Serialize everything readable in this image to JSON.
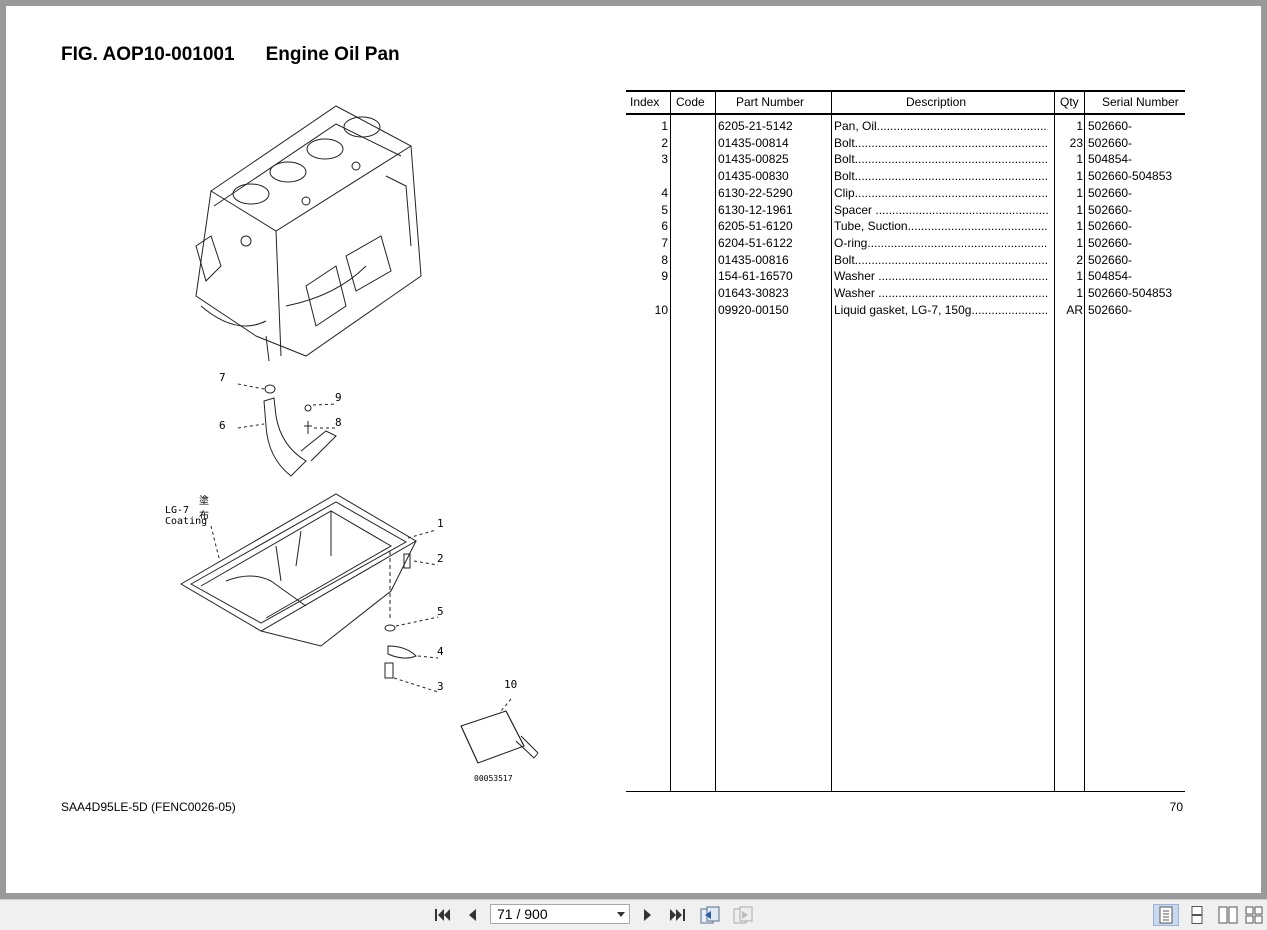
{
  "figure": {
    "id": "FIG. AOP10-001001",
    "name": "Engine Oil Pan"
  },
  "diagram": {
    "callouts": [
      "7",
      "6",
      "9",
      "8",
      "1",
      "2",
      "5",
      "4",
      "3",
      "10"
    ],
    "coating_text_jp": "塗 布",
    "coating_text": "LG-7 Coating",
    "drawing_number": "00053517"
  },
  "table": {
    "headers": [
      "Index",
      "Code",
      "Part Number",
      "Description",
      "Qty",
      "Serial Number"
    ],
    "rows": [
      {
        "index": "1",
        "code": "",
        "part": "6205-21-5142",
        "desc": "Pan, Oil",
        "qty": "1",
        "serial": "502660-"
      },
      {
        "index": "2",
        "code": "",
        "part": "01435-00814",
        "desc": "Bolt",
        "qty": "23",
        "serial": "502660-"
      },
      {
        "index": "3",
        "code": "",
        "part": "01435-00825",
        "desc": "Bolt",
        "qty": "1",
        "serial": "504854-"
      },
      {
        "index": "",
        "code": "",
        "part": "01435-00830",
        "desc": "Bolt",
        "qty": "1",
        "serial": "502660-504853"
      },
      {
        "index": "4",
        "code": "",
        "part": "6130-22-5290",
        "desc": "Clip",
        "qty": "1",
        "serial": "502660-"
      },
      {
        "index": "5",
        "code": "",
        "part": "6130-12-1961",
        "desc": "Spacer ",
        "qty": "1",
        "serial": "502660-"
      },
      {
        "index": "6",
        "code": "",
        "part": "6205-51-6120",
        "desc": "Tube, Suction",
        "qty": "1",
        "serial": "502660-"
      },
      {
        "index": "7",
        "code": "",
        "part": "6204-51-6122",
        "desc": "O-ring",
        "qty": "1",
        "serial": "502660-"
      },
      {
        "index": "8",
        "code": "",
        "part": "01435-00816",
        "desc": "Bolt",
        "qty": "2",
        "serial": "502660-"
      },
      {
        "index": "9",
        "code": "",
        "part": "154-61-16570",
        "desc": "Washer ",
        "qty": "1",
        "serial": "504854-"
      },
      {
        "index": "",
        "code": "",
        "part": "01643-30823",
        "desc": "Washer ",
        "qty": "1",
        "serial": "502660-504853"
      },
      {
        "index": "10",
        "code": "",
        "part": "09920-00150",
        "desc": "Liquid gasket, LG-7, 150g",
        "qty": "AR",
        "serial": "502660-"
      }
    ]
  },
  "footer": {
    "model": "SAA4D95LE-5D (FENC0026-05)",
    "page": "70"
  },
  "navigation": {
    "page_indicator": "71 / 900",
    "buttons": [
      "first-page-icon",
      "previous-page-icon",
      "next-page-icon",
      "last-page-icon",
      "go-back-view-icon",
      "go-forward-view-icon"
    ],
    "view_modes": [
      "single-page-icon",
      "continuous-icon",
      "facing-icon",
      "continuous-facing-icon"
    ]
  }
}
